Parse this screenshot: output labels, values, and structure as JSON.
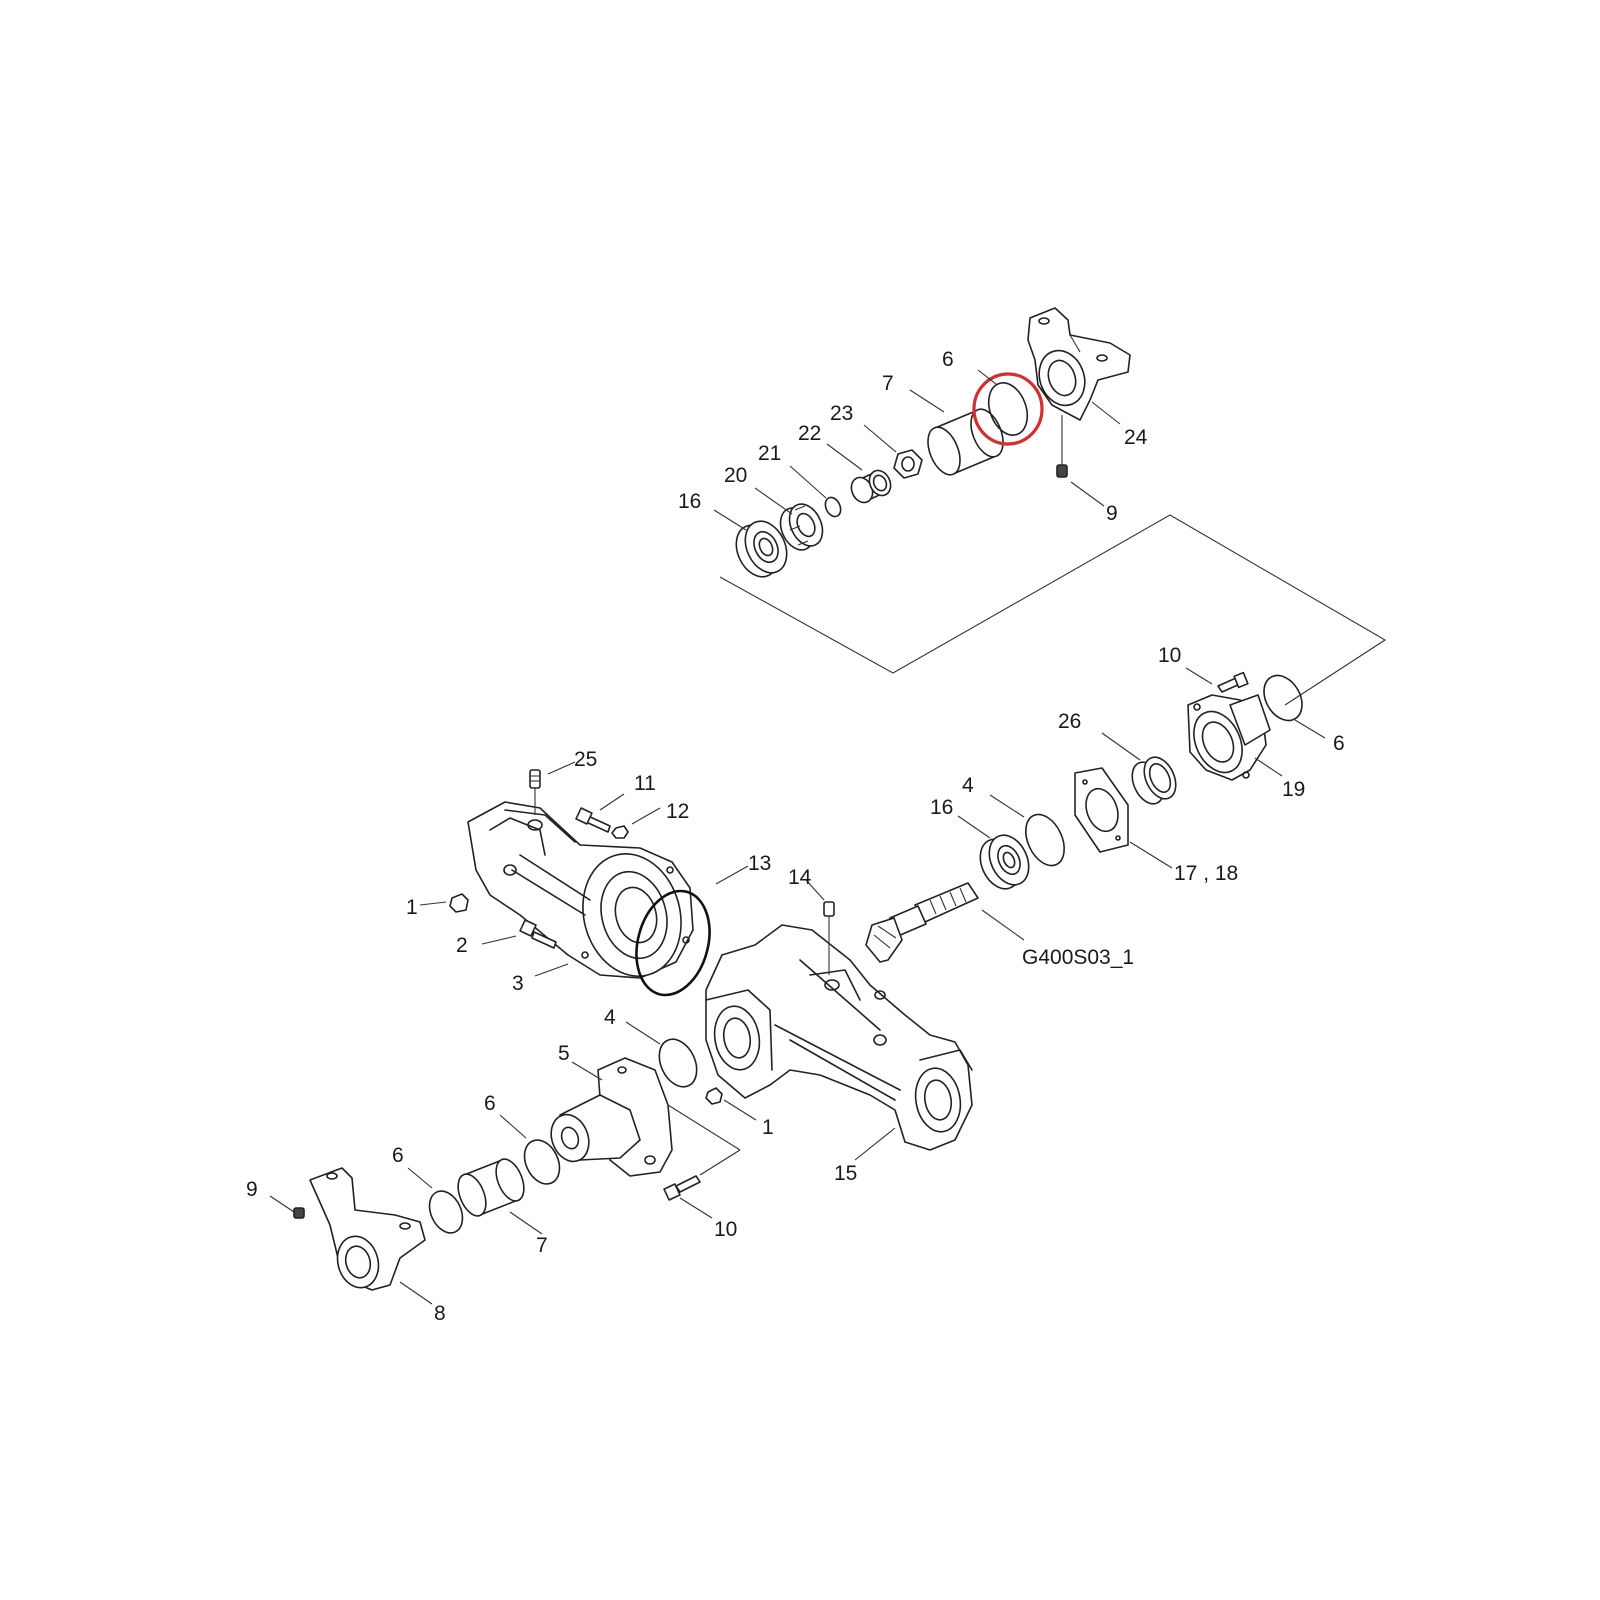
{
  "diagram": {
    "code": "G400S03_1",
    "highlight_color": "#d32f2f",
    "labels": [
      {
        "id": "l6_top",
        "text": "6"
      },
      {
        "id": "l7_top",
        "text": "7"
      },
      {
        "id": "l23",
        "text": "23"
      },
      {
        "id": "l22",
        "text": "22"
      },
      {
        "id": "l21",
        "text": "21"
      },
      {
        "id": "l20",
        "text": "20"
      },
      {
        "id": "l16_top",
        "text": "16"
      },
      {
        "id": "l24",
        "text": "24"
      },
      {
        "id": "l9_top",
        "text": "9"
      },
      {
        "id": "l10_right",
        "text": "10"
      },
      {
        "id": "l6_right",
        "text": "6"
      },
      {
        "id": "l26",
        "text": "26"
      },
      {
        "id": "l19",
        "text": "19"
      },
      {
        "id": "l4_mid",
        "text": "4"
      },
      {
        "id": "l16_mid",
        "text": "16"
      },
      {
        "id": "l17_18",
        "text": "17 , 18"
      },
      {
        "id": "l25",
        "text": "25"
      },
      {
        "id": "l11",
        "text": "11"
      },
      {
        "id": "l12",
        "text": "12"
      },
      {
        "id": "l13",
        "text": "13"
      },
      {
        "id": "l14",
        "text": "14"
      },
      {
        "id": "l1_left",
        "text": "1"
      },
      {
        "id": "l2",
        "text": "2"
      },
      {
        "id": "l3",
        "text": "3"
      },
      {
        "id": "l4_low",
        "text": "4"
      },
      {
        "id": "l5",
        "text": "5"
      },
      {
        "id": "l1_low",
        "text": "1"
      },
      {
        "id": "l15",
        "text": "15"
      },
      {
        "id": "l6_low",
        "text": "6"
      },
      {
        "id": "l6_lowleft",
        "text": "6"
      },
      {
        "id": "l9_low",
        "text": "9"
      },
      {
        "id": "l7_low",
        "text": "7"
      },
      {
        "id": "l10_low",
        "text": "10"
      },
      {
        "id": "l8",
        "text": "8"
      }
    ]
  }
}
